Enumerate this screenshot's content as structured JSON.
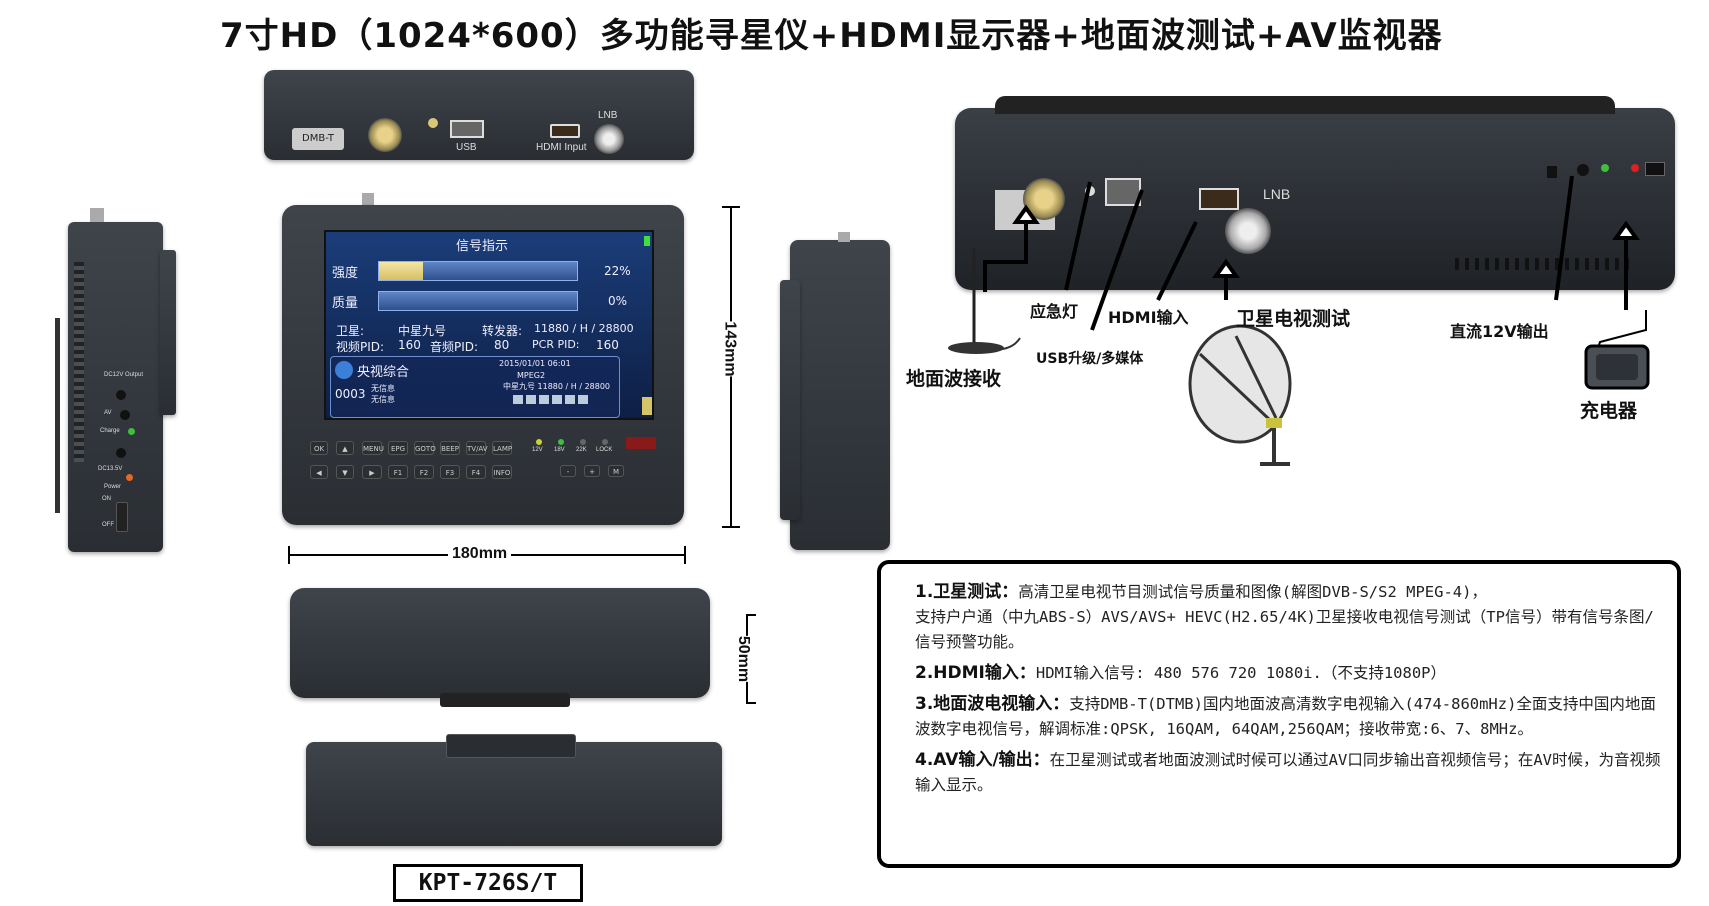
{
  "title": "7寸HD（1024*600）多功能寻星仪+HDMI显示器+地面波测试+AV监视器",
  "top_view": {
    "labels": {
      "dmbt": "DMB-T",
      "usb": "USB",
      "hdmi": "HDMI Input",
      "lnb": "LNB"
    }
  },
  "screen": {
    "header": "信号指示",
    "strength_label": "强度",
    "strength_value": "22%",
    "strength_level": 0.22,
    "quality_label": "质量",
    "quality_value": "0%",
    "quality_level": 0.0,
    "sat_label": "卫星:",
    "sat_name": "中星九号",
    "tp_label": "转发器:",
    "tp_value": "11880 / H / 28800",
    "vpid_label": "视频PID:",
    "vpid_value": "160",
    "apid_label": "音频PID:",
    "apid_value": "80",
    "pcr_label": "PCR PID:",
    "pcr_value": "160",
    "channel_name": "央视综合",
    "channel_num": "0003",
    "datetime": "2015/01/01  06:01",
    "codec": "MPEG2",
    "channel_sat": "中星九号  11880 / H / 28800",
    "info1": "无信息",
    "info2": "无信息"
  },
  "keypad": {
    "row1": [
      "OK",
      "▲",
      "MENU",
      "EPG",
      "GOTO",
      "BEEP",
      "TV/AV",
      "LAMP"
    ],
    "row2": [
      "◀",
      "▼",
      "▶",
      "F1",
      "F2",
      "F3",
      "F4",
      "INFO"
    ],
    "leds": [
      "12V",
      "18V",
      "22K",
      "LOCK"
    ]
  },
  "side_view": {
    "labels": {
      "dc12": "DC12V Output",
      "av": "AV",
      "charge": "Charge",
      "dc135": "DC13.5V",
      "power": "Power",
      "on": "ON",
      "off": "OFF"
    }
  },
  "dimensions": {
    "height": "143mm",
    "width": "180mm",
    "depth": "50mm"
  },
  "callouts": {
    "lamp": "应急灯",
    "hdmi": "HDMI输入",
    "sat": "卫星电视测试",
    "dc": "直流12V输出",
    "terrestrial": "地面波接收",
    "usb": "USB升级/多媒体",
    "charger": "充电器",
    "lnb": "LNB"
  },
  "description": [
    {
      "head": "1.卫星测试：",
      "text": "高清卫星电视节目测试信号质量和图像(解图DVB-S/S2 MPEG-4)，"
    },
    {
      "head": "",
      "text": "  支持户户通（中九ABS-S）AVS/AVS+ HEVC(H2.65/4K)卫星接收电视信号测试（TP信号）带有信号条图/信号预警功能。"
    },
    {
      "head": "2.HDMI输入：",
      "text": "HDMI输入信号: 480 576 720 1080i.（不支持1080P）"
    },
    {
      "head": "3.地面波电视输入：",
      "text": "支持DMB-T(DTMB)国内地面波高清数字电视输入(474-860mHz)全面支持中国内地面波数字电视信号，解调标准:QPSK, 16QAM, 64QAM,256QAM；接收带宽:6、7、8MHz。"
    },
    {
      "head": "4.AV输入/输出：",
      "text": "在卫星测试或者地面波测试时候可以通过AV口同步输出音视频信号；在AV时候，为音视频输入显示。"
    }
  ],
  "model": "KPT-726S/T"
}
